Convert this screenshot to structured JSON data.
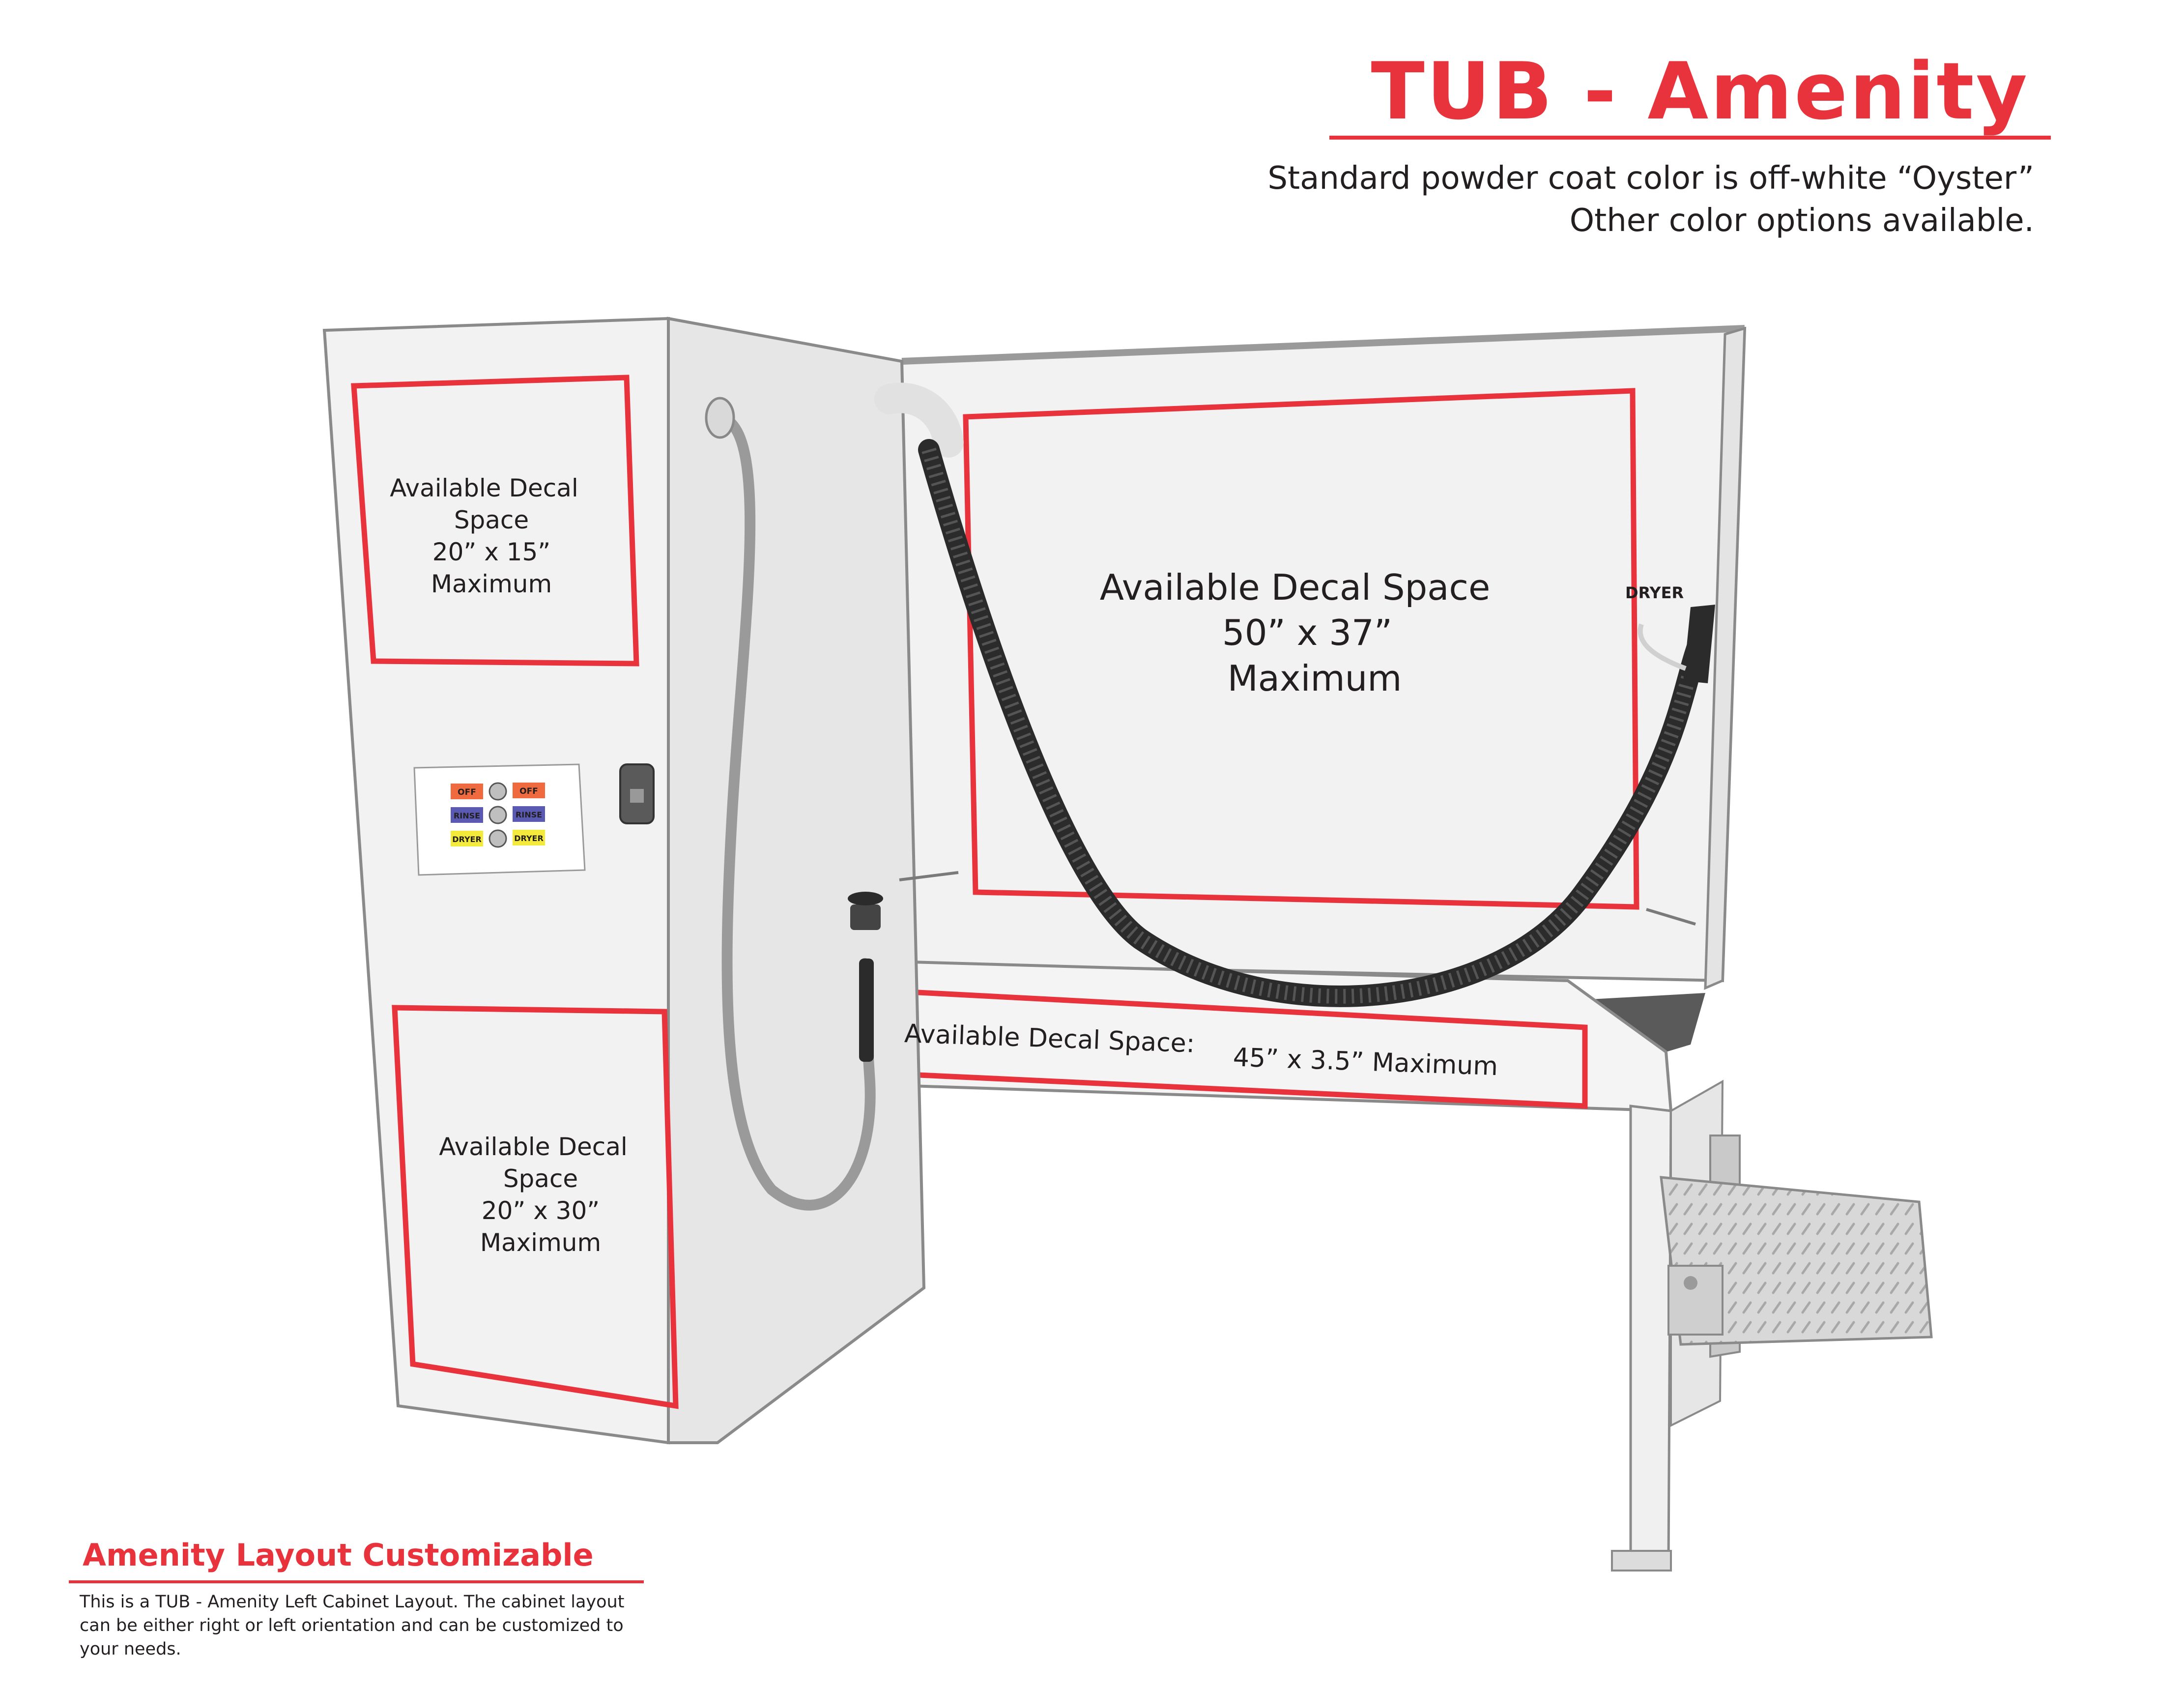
{
  "header": {
    "title": "TUB - Amenity",
    "subtitle_line1": "Standard powder coat color is off-white “Oyster”",
    "subtitle_line2": "Other color options available."
  },
  "decals": {
    "top_left": {
      "line1": "Available Decal",
      "line2": "Space",
      "line3": "20” x 15”",
      "line4": "Maximum"
    },
    "bottom_left": {
      "line1": "Available Decal",
      "line2": "Space",
      "line3": "20” x 30”",
      "line4": "Maximum"
    },
    "main": {
      "line1": "Available Decal Space",
      "line2": "50” x 37”",
      "line3": "Maximum"
    },
    "strip": {
      "label": "Available Decal Space:",
      "size": "45” x 3.5” Maximum"
    }
  },
  "control_panel": {
    "buttons_left": [
      "OFF",
      "RINSE",
      "DRYER"
    ],
    "buttons_right": [
      "OFF",
      "RINSE",
      "DRYER"
    ]
  },
  "dryer_label": "DRYER",
  "footer": {
    "heading": "Amenity Layout Customizable",
    "text": "This is a TUB - Amenity Left Cabinet Layout. The cabinet layout can be either right or left orientation and can be customized to your needs."
  },
  "colors": {
    "accent": "#e8333d",
    "panel": "#f2f2f2",
    "outline": "#8a8a8a",
    "hose": "#2b2b2b"
  }
}
